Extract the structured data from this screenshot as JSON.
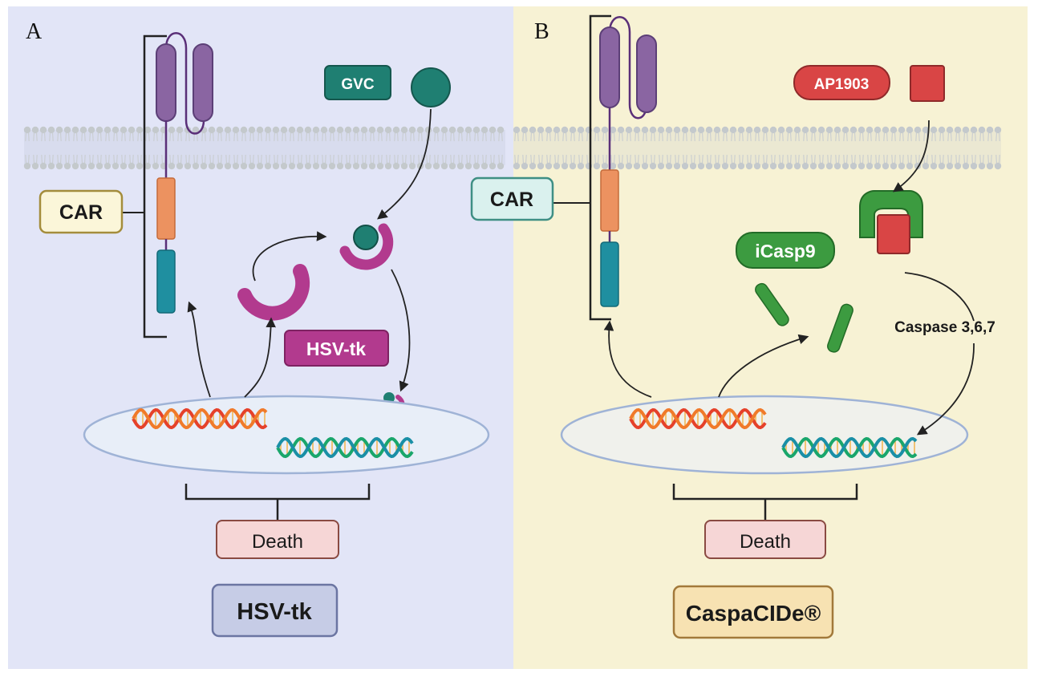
{
  "panels": {
    "a": {
      "letter": "A",
      "car_label": "CAR",
      "drug_label": "GVC",
      "enzyme_label": "HSV-tk",
      "death_label": "Death",
      "system_label": "HSV-tk"
    },
    "b": {
      "letter": "B",
      "car_label": "CAR",
      "drug_label": "AP1903",
      "enzyme_label": "iCasp9",
      "caspase_label": "Caspase 3,6,7",
      "death_label": "Death",
      "system_label": "CaspaCIDe®"
    }
  },
  "colors": {
    "panel_a_bg": "#e2e5f7",
    "panel_b_bg": "#f7f2d4",
    "car_purple": "#8a65a2",
    "car_orange": "#ec9260",
    "car_teal": "#1f8fa0",
    "gvc_green": "#1f7f72",
    "hsvtk_magenta": "#b23a8e",
    "ap1903_red": "#d94545",
    "icasp9_green": "#3c9b40",
    "death_pink": "#f6d6d6",
    "dna_red": "#e5412a",
    "dna_green": "#1aa66b"
  }
}
